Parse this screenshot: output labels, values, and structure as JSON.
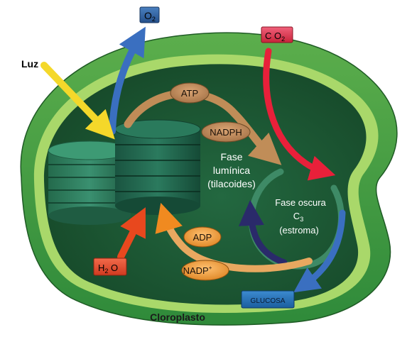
{
  "diagram": {
    "light_label": "Luz",
    "o2_label": "O",
    "o2_sub": "2",
    "co2_label": "C O",
    "co2_sub": "2",
    "h2o_label": "H",
    "h2o_sub": "2",
    "h2o_tail": " O",
    "atp_label": "ATP",
    "nadph_label": "NADPH",
    "adp_label": "ADP",
    "nadp_label": "NADP",
    "nadp_sup": "+",
    "light_phase_line1": "Fase",
    "light_phase_line2": "lumínica",
    "light_phase_line3": "(tilacoides)",
    "dark_phase_line1": "Fase oscura",
    "dark_phase_line2": "C",
    "dark_phase_sub": "3",
    "dark_phase_line3": "(estroma)",
    "glucose_label": "GLUCOSA",
    "caption": "Cloroplasto"
  },
  "colors": {
    "outer_membrane": "#3f9a3f",
    "inner_membrane": "#a9d86a",
    "stroma": "#1d5a33",
    "thylakoid": "#2f7f5d",
    "o2_box": "#2e5f9f",
    "co2_box": "#e0354a",
    "h2o_box": "#e8452e",
    "glucose_box": "#1f6fb8",
    "atp_oval": "#c49060",
    "adp_oval": "#f0a040"
  }
}
